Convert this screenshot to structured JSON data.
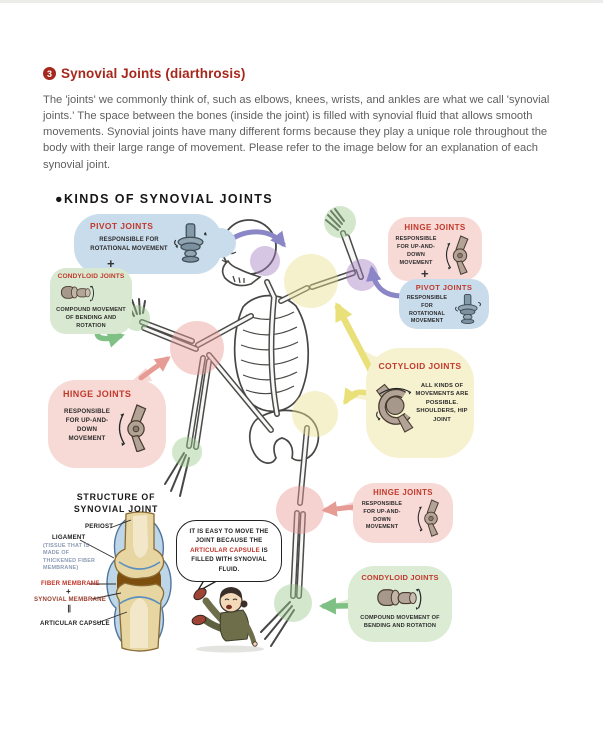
{
  "header": {
    "badge": "3",
    "title": "Synovial Joints (diarthrosis)"
  },
  "intro": "The 'joints' we commonly think of, such as elbows, knees, wrists, and ankles are what we call 'synovial joints.' The space between the bones (inside the joint) is filled with synovial fluid that allows smooth movements. Synovial joints have many different forms because they play a unique role throughout the body with their large range of movement. Please refer to the image below for an explanation of each synovial joint.",
  "figure": {
    "title": "●KINDS OF SYNOVIAL JOINTS",
    "callouts": {
      "pivot_top_left": {
        "title": "PIVOT JOINTS",
        "desc": "RESPONSIBLE FOR ROTATIONAL MOVEMENT"
      },
      "plus_top_left": "+",
      "condyloid_top_left": {
        "title": "CONDYLOID JOINTS",
        "desc": "COMPOUND MOVEMENT OF BENDING AND ROTATION"
      },
      "hinge_top_right": {
        "title": "HINGE JOINTS",
        "desc": "RESPONSIBLE FOR UP-AND-DOWN MOVEMENT"
      },
      "plus_top_right": "+",
      "pivot_top_right": {
        "title": "PIVOT JOINTS",
        "desc": "RESPONSIBLE FOR ROTATIONAL MOVEMENT"
      },
      "cotyloid_right": {
        "title": "COTYLOID JOINTS",
        "desc": "ALL KINDS OF MOVEMENTS ARE POSSIBLE. SHOULDERS, HIP JOINT"
      },
      "hinge_left": {
        "title": "HINGE JOINTS",
        "desc": "RESPONSIBLE FOR UP-AND-DOWN MOVEMENT"
      },
      "hinge_bottom_right": {
        "title": "HINGE JOINTS",
        "desc": "RESPONSIBLE FOR UP-AND-DOWN MOVEMENT"
      },
      "condyloid_bottom_right": {
        "title": "CONDYLOID JOINTS",
        "desc": "COMPOUND MOVEMENT OF BENDING AND ROTATION"
      }
    }
  },
  "structure": {
    "title": "STRUCTURE OF SYNOVIAL JOINT",
    "labels": {
      "periost": "PERIOST",
      "ligament": "LIGAMENT",
      "ligament_note": "(TISSUE THAT IS MADE OF THICKENED FIBER MEMBRANE)",
      "fiber_membrane": "FIBER MEMBRANE",
      "plus": "+",
      "synovial_membrane": "SYNOVIAL MEMBRANE",
      "equals": "∥",
      "articular_capsule": "ARTICULAR CAPSULE"
    }
  },
  "speech": {
    "pre": "IT IS EASY TO MOVE THE JOINT BECAUSE THE ",
    "highlight": "ARTICULAR CAPSULE",
    "post": " IS FILLED WITH SYNOVIAL FLUID."
  },
  "colors": {
    "accent_red": "#a6281d",
    "callout_title_red": "#c23a2c",
    "bubble_blue": "#c9dcec",
    "bubble_pink": "#f7d9d5",
    "bubble_green": "#d9e9d1",
    "bubble_yellow": "#f6f1cf",
    "highlight_purple": "#a57fc0",
    "highlight_yellow": "#e8e08e",
    "highlight_pink": "#e89c96",
    "highlight_green": "#9cc98f"
  }
}
